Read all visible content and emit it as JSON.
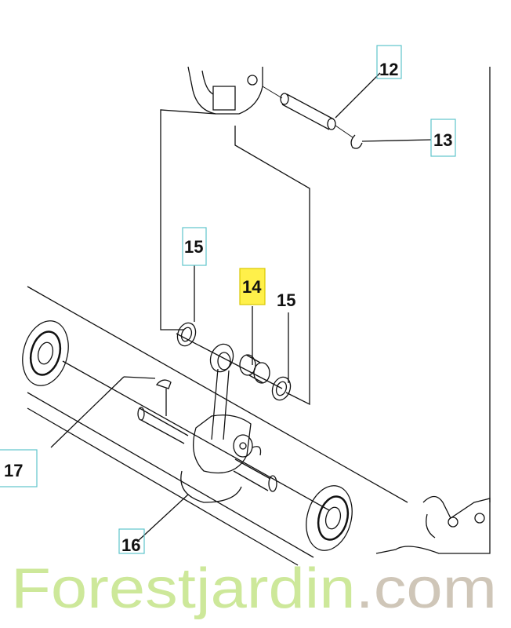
{
  "diagram": {
    "callouts": [
      {
        "id": "callout-12",
        "label": "12"
      },
      {
        "id": "callout-13",
        "label": "13"
      },
      {
        "id": "callout-15-left",
        "label": "15"
      },
      {
        "id": "callout-14",
        "label": "14",
        "highlighted": true
      },
      {
        "id": "callout-15-right",
        "label": "15"
      },
      {
        "id": "callout-17",
        "label": "17"
      },
      {
        "id": "callout-16",
        "label": "16"
      }
    ],
    "highlight_color": "#fff04a",
    "box_color": "#5fc4cc"
  },
  "watermark": {
    "part1": "Forestjardin",
    "part2": ".com",
    "color1": "#cde89a",
    "color2": "#cfc6b8"
  }
}
